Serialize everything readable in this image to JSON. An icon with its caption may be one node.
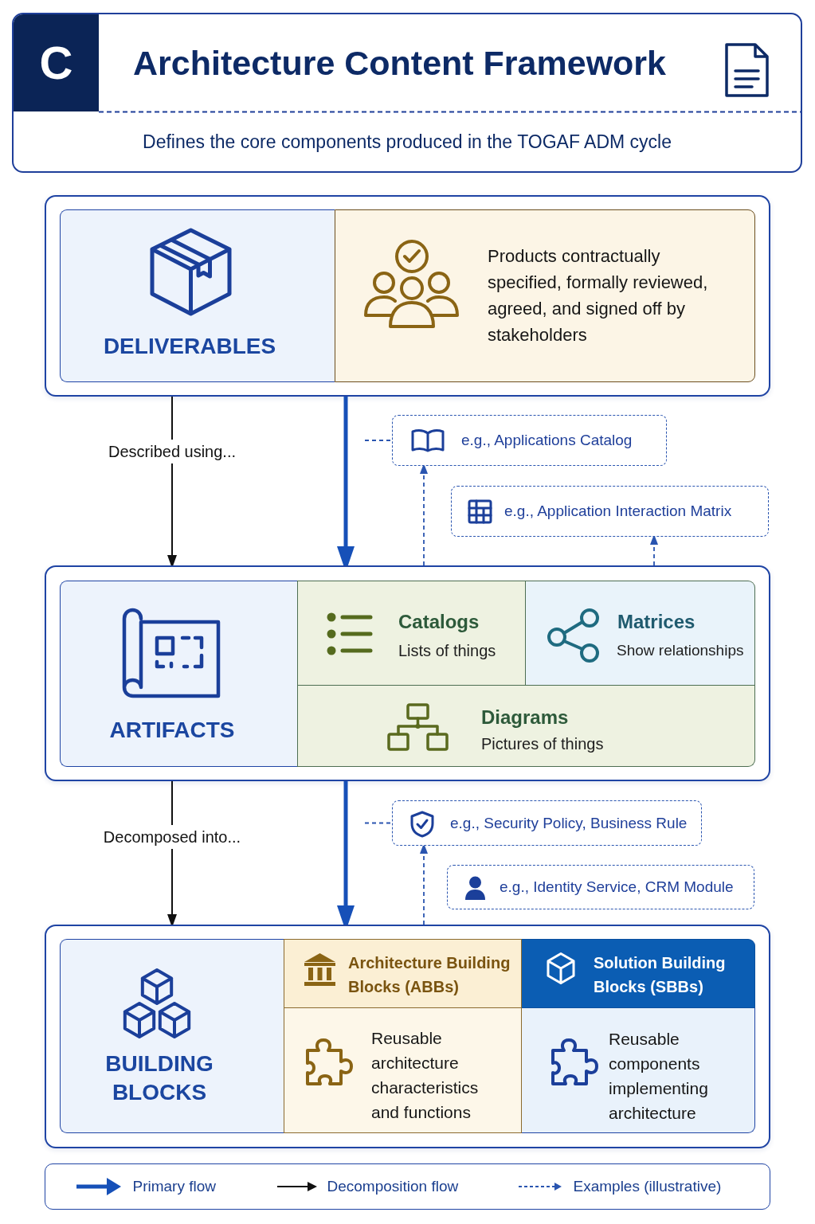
{
  "diagram": {
    "title": "Architecture Content Framework",
    "nodes": [
      {
        "text": [],
        "shape": "box"
      },
      {
        "text": [
          "DELIVERABLES"
        ],
        "in": 0
      },
      {
        "text": [
          "Products contractually specified, formally reviewed, agreed, and signed off by stakeholders"
        ],
        "in": 0
      },
      {
        "text": [
          "e.g., Applications Catalog"
        ]
      },
      {
        "text": [
          "e.g., Application Interaction Matrix"
        ]
      },
      {
        "text": [],
        "shape": "box"
      },
      {
        "text": [
          "ARTIFACTS"
        ],
        "in": 5
      },
      {
        "text": [
          "Catalogs",
          "Lists of things"
        ],
        "in": 5
      },
      {
        "text": [
          "Matrices",
          "Show relationships"
        ],
        "in": 5
      },
      {
        "text": [
          "Diagrams",
          "Pictures of things"
        ],
        "in": 5
      },
      {
        "text": [
          "e.g., Security Policy, Business Rule"
        ]
      },
      {
        "text": [
          "e.g., Identity Service, CRM Module"
        ]
      },
      {
        "text": [],
        "shape": "box"
      },
      {
        "text": [
          "BUILDING BLOCKS"
        ],
        "in": 12
      },
      {
        "text": [
          "Architecture Building Blocks (ABBs)"
        ],
        "in": 12
      },
      {
        "text": [
          "Solution Building Blocks (SBBs)"
        ],
        "in": 12
      },
      {
        "text": [
          "Reusable architecture characteristics and functions"
        ],
        "in": 12
      },
      {
        "text": [
          "Reusable components implementing architecture"
        ],
        "in": 12
      }
    ],
    "edges": [
      {
        "from": 0,
        "to": 5,
        "arrow": "to",
        "label": "Described using...",
        "color": "#111111"
      },
      {
        "from": 0,
        "to": 5,
        "arrow": "to",
        "style": "thick"
      },
      {
        "from": null,
        "to": 3,
        "arrow": "none",
        "style": "dashed"
      },
      {
        "from": 5,
        "to": 3,
        "arrow": "to",
        "style": "dashed"
      },
      {
        "from": 5,
        "to": 4,
        "arrow": "to",
        "style": "dashed"
      },
      {
        "from": 5,
        "to": 12,
        "arrow": "to",
        "label": "Decomposed into...",
        "color": "#111111"
      },
      {
        "from": 5,
        "to": 12,
        "arrow": "to",
        "style": "thick"
      },
      {
        "from": null,
        "to": 10,
        "arrow": "none",
        "style": "dashed"
      },
      {
        "from": 12,
        "to": 10,
        "arrow": "to",
        "style": "dashed"
      }
    ],
    "labels": [
      "C",
      "Defines the core components produced in the TOGAF ADM cycle"
    ],
    "legend": [
      {
        "text": "Primary flow"
      },
      {
        "text": "Decomposition flow"
      },
      {
        "text": "Examples (illustrative)"
      }
    ]
  }
}
